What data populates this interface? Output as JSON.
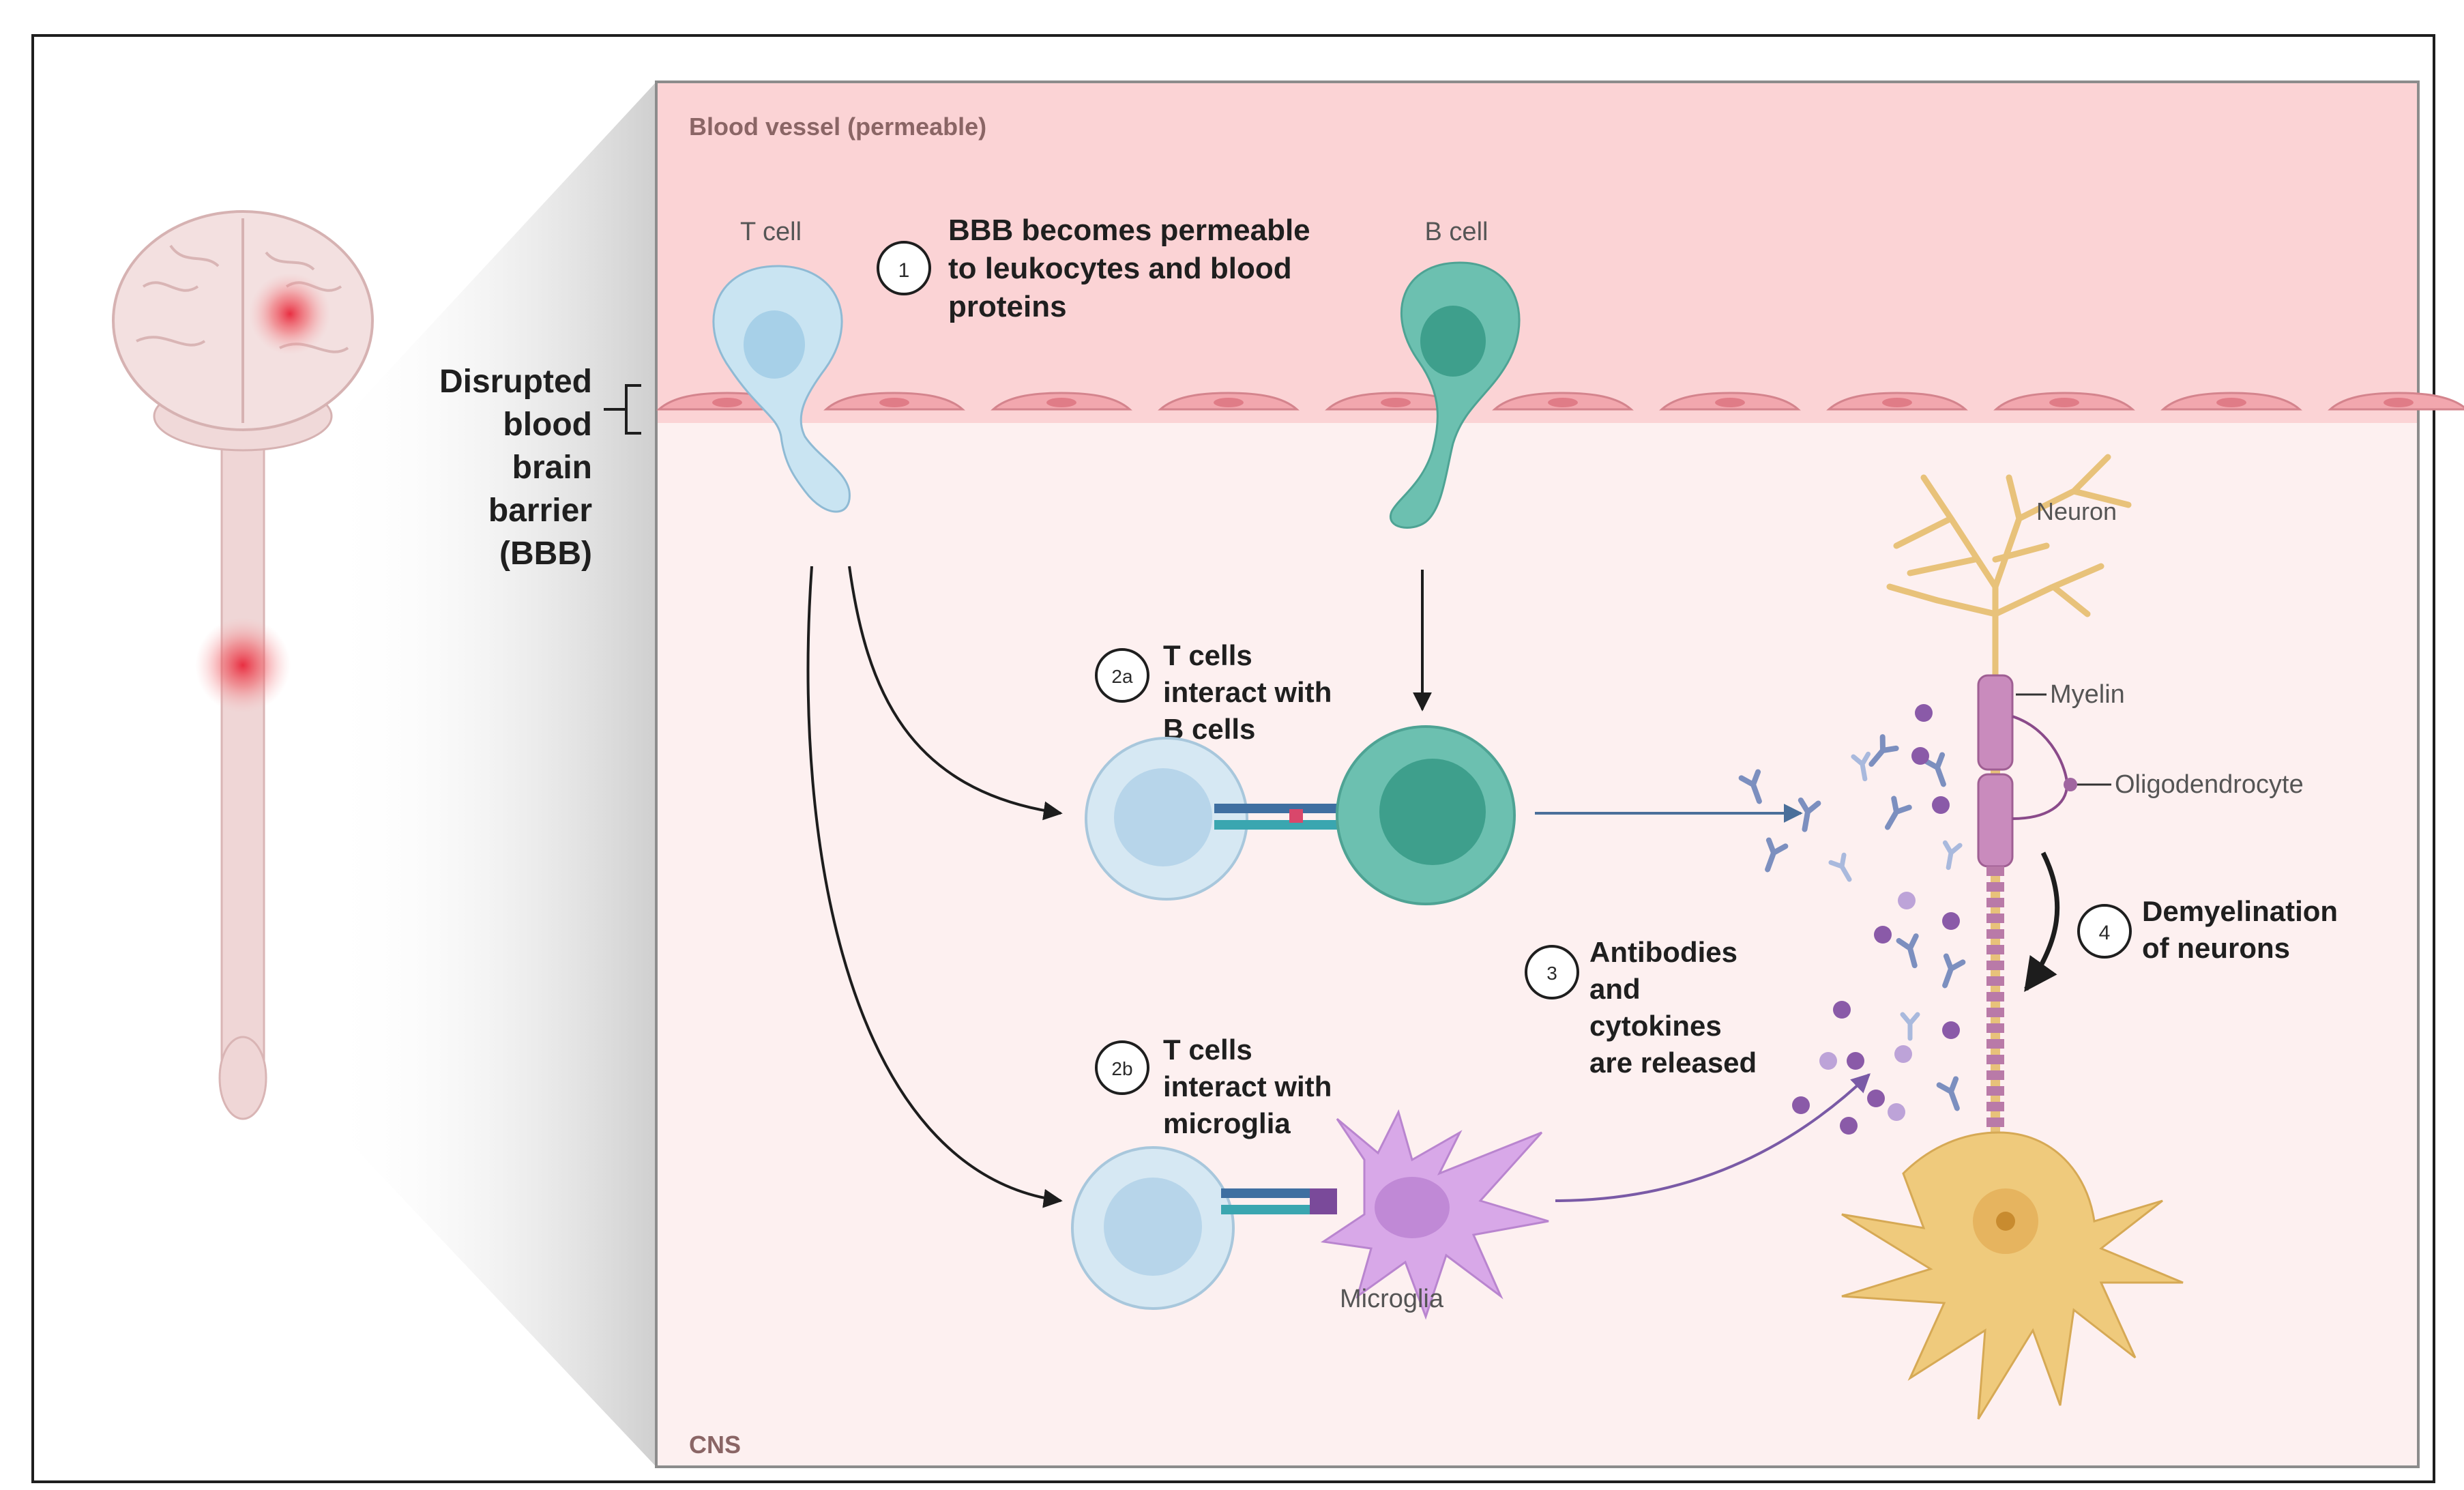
{
  "labels": {
    "blood_vessel": "Blood vessel (permeable)",
    "cns": "CNS",
    "t_cell": "T cell",
    "b_cell": "B cell",
    "neuron": "Neuron",
    "myelin": "Myelin",
    "oligodendrocyte": "Oligodendrocyte",
    "microglia": "Microglia"
  },
  "bbb_label": [
    "Disrupted",
    "blood",
    "brain",
    "barrier",
    "(BBB)"
  ],
  "steps": [
    {
      "marker": "1",
      "lines": [
        "BBB becomes permeable",
        "to leukocytes and blood",
        "proteins"
      ]
    },
    {
      "marker": "2a",
      "lines": [
        "T cells",
        "interact with",
        "B cells"
      ]
    },
    {
      "marker": "2b",
      "lines": [
        "T cells",
        "interact with",
        "microglia"
      ]
    },
    {
      "marker": "3",
      "lines": [
        "Antibodies",
        "and",
        "cytokines",
        "are released"
      ]
    },
    {
      "marker": "4",
      "lines": [
        "Demyelination",
        "of neurons"
      ]
    }
  ],
  "colors": {
    "vessel": "#fbd3d5",
    "cns_bg": "#fdf0f0",
    "endothelium": "#f2a7ae",
    "t_cell": "#c9e4f2",
    "b_cell": "#6cc0b0",
    "microglia": "#d8a8e8",
    "neuron": "#e8c27a",
    "myelin": "#c98bbd",
    "antibody": "#7c8fbf",
    "cytokine": "#8a5aa8",
    "lesion": "#e23b3b"
  }
}
